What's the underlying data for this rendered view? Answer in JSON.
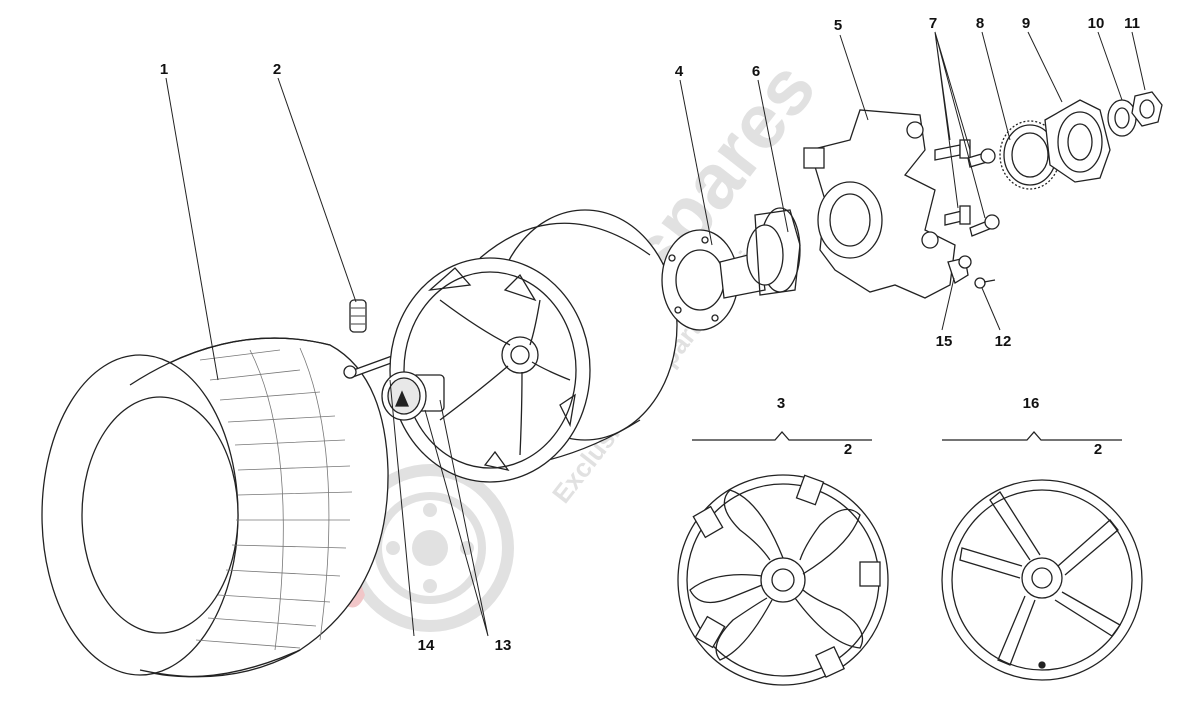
{
  "callouts": {
    "n1": "1",
    "n2": "2",
    "n3": "3",
    "n4": "4",
    "n5": "5",
    "n6": "6",
    "n7": "7",
    "n8": "8",
    "n9": "9",
    "n10": "10",
    "n11": "11",
    "n12": "12",
    "n13": "13",
    "n14": "14",
    "n15": "15",
    "n16": "16",
    "n2_variant3": "2",
    "n2_variant16": "2"
  },
  "watermark": {
    "brand": "eurospares",
    "tagline": "Exclusive car parts specialist",
    "accent_color": "#e5989b",
    "gray_color": "#c8c8c8"
  },
  "colors": {
    "line": "#222222",
    "fill": "#ffffff",
    "shade": "#e8e8e8"
  }
}
